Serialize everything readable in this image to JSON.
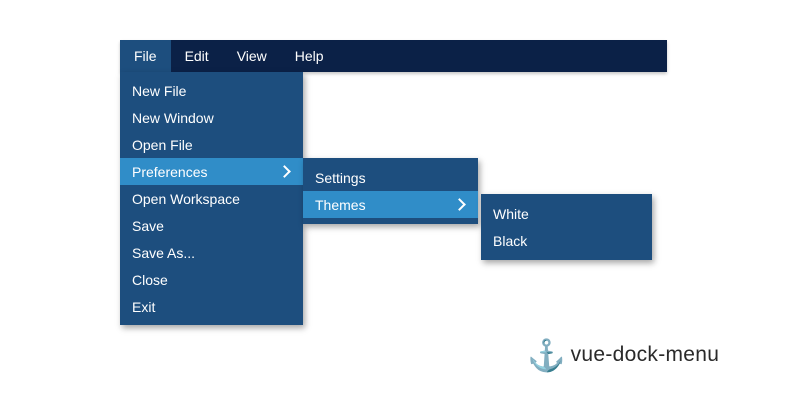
{
  "menubar": {
    "items": [
      {
        "label": "File",
        "active": true
      },
      {
        "label": "Edit",
        "active": false
      },
      {
        "label": "View",
        "active": false
      },
      {
        "label": "Help",
        "active": false
      }
    ]
  },
  "file_menu": {
    "items": [
      {
        "label": "New File",
        "highlighted": false,
        "has_submenu": false
      },
      {
        "label": "New Window",
        "highlighted": false,
        "has_submenu": false
      },
      {
        "label": "Open File",
        "highlighted": false,
        "has_submenu": false
      },
      {
        "label": "Preferences",
        "highlighted": true,
        "has_submenu": true
      },
      {
        "label": "Open Workspace",
        "highlighted": false,
        "has_submenu": false
      },
      {
        "label": "Save",
        "highlighted": false,
        "has_submenu": false
      },
      {
        "label": "Save As...",
        "highlighted": false,
        "has_submenu": false
      },
      {
        "label": "Close",
        "highlighted": false,
        "has_submenu": false
      },
      {
        "label": "Exit",
        "highlighted": false,
        "has_submenu": false
      }
    ]
  },
  "preferences_submenu": {
    "items": [
      {
        "label": "Settings",
        "highlighted": false,
        "has_submenu": false
      },
      {
        "label": "Themes",
        "highlighted": true,
        "has_submenu": true
      }
    ]
  },
  "themes_submenu": {
    "items": [
      {
        "label": "White",
        "highlighted": false,
        "has_submenu": false
      },
      {
        "label": "Black",
        "highlighted": false,
        "has_submenu": false
      }
    ]
  },
  "branding": {
    "icon": "anchor-icon",
    "icon_glyph": "⚓",
    "label": "vue-dock-menu"
  },
  "colors": {
    "menubar_bg": "#0b2147",
    "menu_bg": "#1d4e7e",
    "highlight_bg": "#308dc8",
    "menu_text": "#ffffff",
    "logo_text": "#2a2a2a",
    "anchor": "#2e7d9c",
    "page_bg": "#ffffff"
  }
}
